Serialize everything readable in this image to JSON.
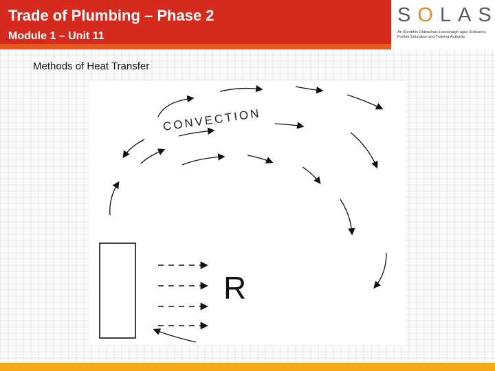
{
  "header": {
    "title": "Trade of Plumbing – Phase 2",
    "subtitle": "Module 1 – Unit 11"
  },
  "logo": {
    "word": "SOLAS",
    "tagline": "An tSeirbhís Oideachais Leanúnaigh agus Scileanna Further Education and Training Authority"
  },
  "slide": {
    "caption": "Methods of Heat Transfer"
  },
  "diagram": {
    "convection_label": "CONVECTION",
    "radiator_letter": "R"
  },
  "colors": {
    "header_red": "#d62a1e",
    "footer_orange": "#f2a91a",
    "logo_gray": "#5a5a5a",
    "logo_orange": "#e8841e"
  }
}
